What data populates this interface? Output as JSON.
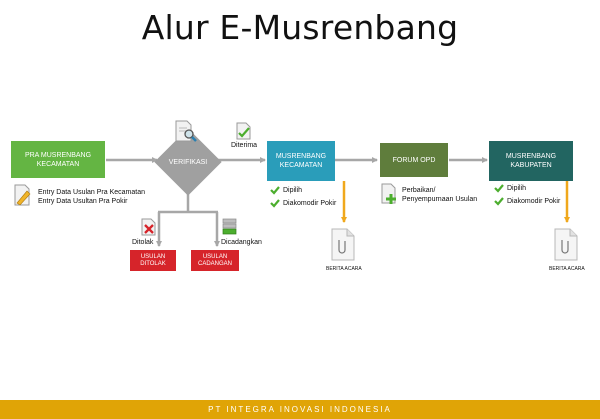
{
  "title": "Alur E-Musrenbang",
  "nodes": {
    "pra_musrenbang": "PRA MUSRENBANG KECAMATAN",
    "verifikasi": "VERIFIKASI",
    "musrenbang_kecamatan": "MUSRENBANG KECAMATAN",
    "forum_opd": "FORUM OPD",
    "musrenbang_kabupaten": "MUSRENBANG KABUPATEN",
    "usulan_ditolak": "USULAN DITOLAK",
    "usulan_cadangan": "USULAN CADANGAN"
  },
  "labels": {
    "diterima": "Diterima",
    "ditolak": "Ditolak",
    "dicadangkan": "Dicadangkan",
    "entry_line1": "Entry Data Usulan Pra Kecamatan",
    "entry_line2": "Entry Data Usultan Pra Pokir",
    "kec_dipilih": "Dipilih",
    "kec_diakomodir": "Diakomodir Pokir",
    "opd_line1": "Perbaikan/",
    "opd_line2": "Penyempurnaan Usulan",
    "kab_dipilih": "Dipilih",
    "kab_diakomodir": "Diakomodir Pokir",
    "berita_acara_1": "BERITA ACARA",
    "berita_acara_2": "BERITA ACARA"
  },
  "footer": "PT INTEGRA INOVASI INDONESIA",
  "colors": {
    "green": "#64b543",
    "teal": "#2a9dba",
    "olive": "#5f7d3c",
    "dark_teal": "#226561",
    "red": "#d6242a",
    "arrow_gray": "#a7a7a7",
    "arrow_orange": "#f0a81c",
    "footer": "#e0a406"
  }
}
